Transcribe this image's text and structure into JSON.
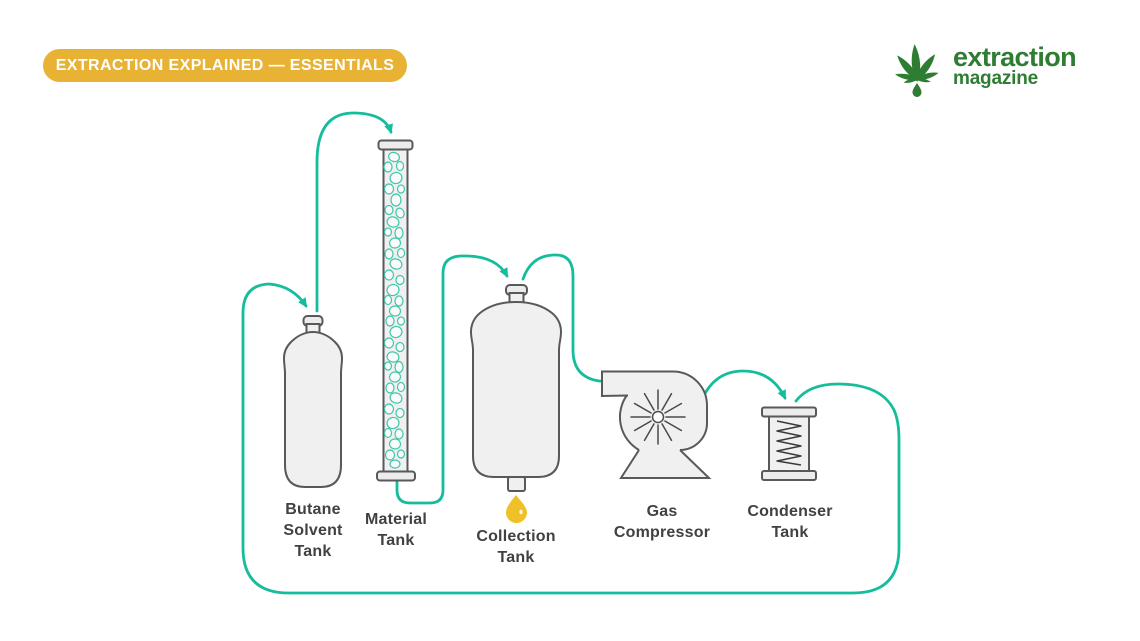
{
  "badge": {
    "label": "EXTRACTION EXPLAINED — ESSENTIALS",
    "background": "#E8B234",
    "text_color": "#FFFFFF"
  },
  "logo": {
    "word_top": "extraction",
    "word_bottom": "magazine",
    "color": "#2E7D33",
    "icon": "cannabis-leaf-with-drop"
  },
  "colors": {
    "pipe_accent": "#16BD9C",
    "component_outline": "#58595B",
    "component_fill": "#F0F0F0",
    "pebble_stroke": "#3FC7AA",
    "oil_drop": "#F0C029",
    "label_text": "#414042",
    "page_background": "#FFFFFF"
  },
  "diagram": {
    "type": "process-flow",
    "components": [
      {
        "id": "butane-solvent-tank",
        "label_lines": [
          "Butane",
          "Solvent",
          "Tank"
        ]
      },
      {
        "id": "material-tank",
        "label_lines": [
          "Material",
          "Tank"
        ]
      },
      {
        "id": "collection-tank",
        "label_lines": [
          "Collection",
          "Tank"
        ]
      },
      {
        "id": "gas-compressor",
        "label_lines": [
          "Gas",
          "Compressor"
        ]
      },
      {
        "id": "condenser-tank",
        "label_lines": [
          "Condenser",
          "Tank"
        ]
      }
    ],
    "connections": [
      {
        "from": "butane-solvent-tank",
        "to": "material-tank"
      },
      {
        "from": "material-tank",
        "to": "collection-tank"
      },
      {
        "from": "collection-tank",
        "to": "gas-compressor"
      },
      {
        "from": "gas-compressor",
        "to": "condenser-tank"
      },
      {
        "from": "condenser-tank",
        "to": "butane-solvent-tank",
        "note": "return loop"
      }
    ]
  }
}
